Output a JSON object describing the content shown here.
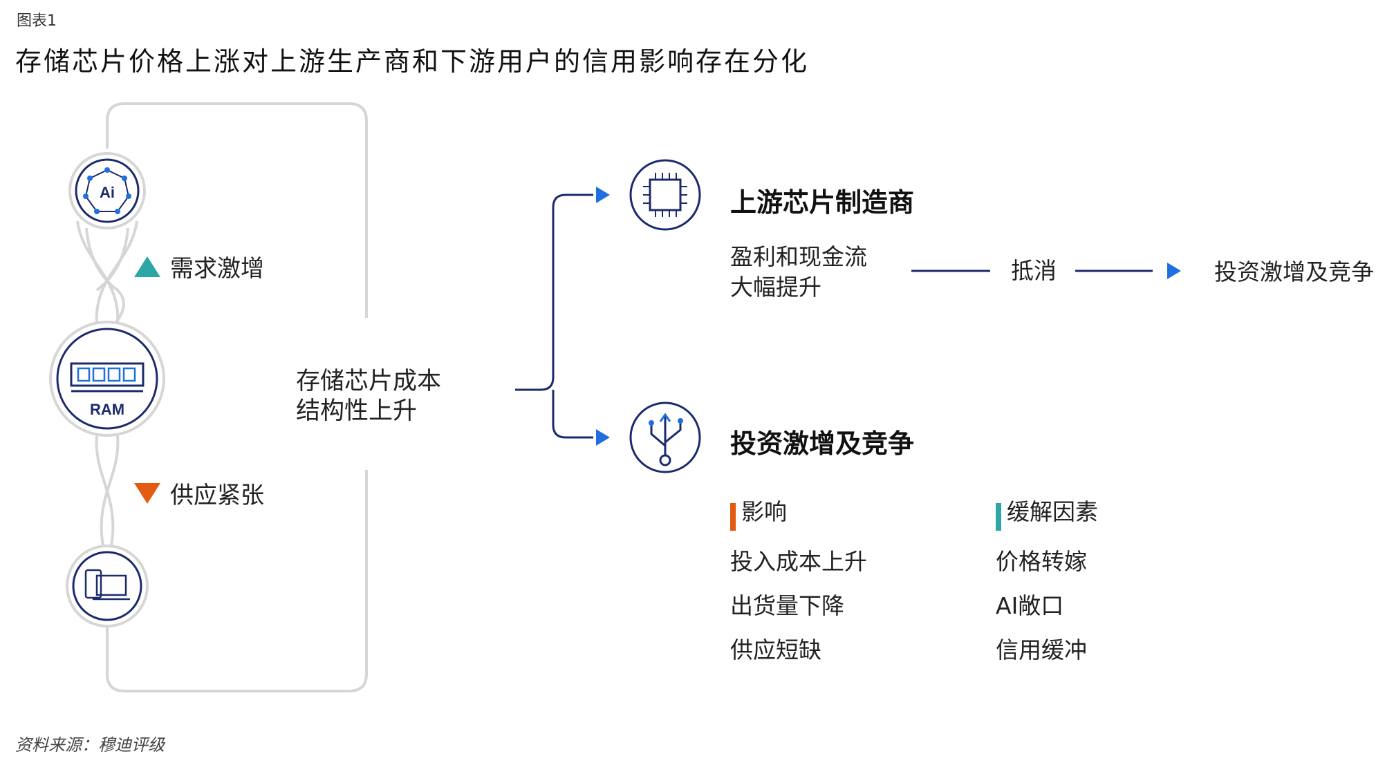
{
  "figure_label": "图表1",
  "title": "存储芯片价格上涨对上游生产商和下游用户的信用影响存在分化",
  "left_column": {
    "ai_icon_label": "Ai",
    "ram_icon_label": "RAM",
    "demand_label": "需求激增",
    "supply_label": "供应紧张"
  },
  "center": {
    "line1": "存储芯片成本",
    "line2": "结构性上升"
  },
  "upstream": {
    "heading": "上游芯片制造商",
    "profit_line1": "盈利和现金流",
    "profit_line2": "大幅提升",
    "offset_label": "抵消",
    "result_label": "投资激增及竞争"
  },
  "downstream": {
    "heading": "投资激增及竞争",
    "impact_header": "影响",
    "mitigation_header": "缓解因素",
    "impacts": [
      "投入成本上升",
      "出货量下降",
      "供应短缺"
    ],
    "mitigations": [
      "价格转嫁",
      "AI敞口",
      "信用缓冲"
    ]
  },
  "colors": {
    "navy": "#1b2a6b",
    "arrow_blue": "#1f6fe0",
    "teal": "#2ea6a6",
    "orange": "#e35a13",
    "outline_gray": "#d6d6d6"
  },
  "icons": [
    "ai-network-icon",
    "ram-chip-icon",
    "laptop-phone-icon",
    "cpu-chip-icon",
    "usb-branch-icon"
  ],
  "source": "资料来源：穆迪评级"
}
